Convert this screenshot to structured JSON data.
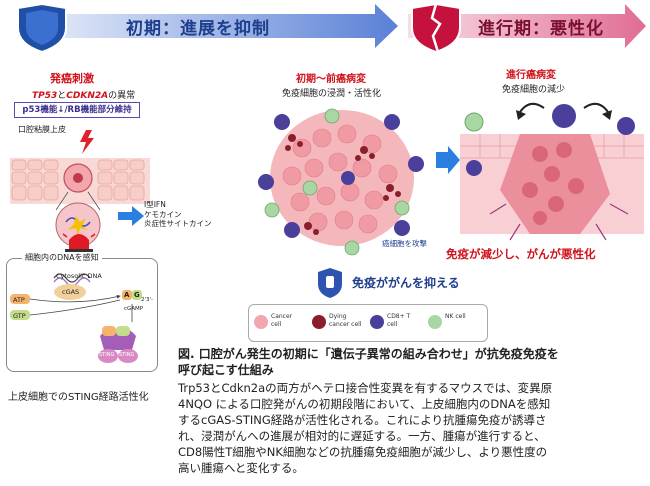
{
  "banner_left": {
    "title": "初期：進展を抑制"
  },
  "banner_right": {
    "title": "進行期：悪性化"
  },
  "left_panel": {
    "stimulus_title": "発癌刺激",
    "mutation_gene1": "TP53",
    "mutation_and": "と",
    "mutation_gene2": "CDKN2A",
    "mutation_suffix": "の異常",
    "function_box": "p53機能↓/RB機能部分維持",
    "epithelium_label": "口腔粘膜上皮",
    "dna_sensing_title": "細胞内のDNAを感知",
    "cytosolic_dna": "Cytosolic DNA",
    "cgas": "cGAS",
    "atp": "ATP",
    "gtp": "GTP",
    "cgamp_a": "A",
    "cgamp_g": "G",
    "cgamp_label1": "2'3'-",
    "cgamp_label2": "cGAMP",
    "sting1": "STING",
    "sting2": "STING",
    "pathway_caption": "上皮細胞でのSTING経路活性化"
  },
  "cytokines": {
    "line1": "I型IFN",
    "line2": "ケモカイン",
    "line3": "炎症性サイトカイン"
  },
  "middle_panel": {
    "title": "初期〜前癌病変",
    "subtitle": "免疫細胞の浸潤・活性化",
    "attack_label": "癌細胞を攻撃"
  },
  "right_panel": {
    "title": "進行癌病変",
    "subtitle": "免疫細胞の減少",
    "result": "免疫が減少し、がんが悪性化"
  },
  "immune_badge": {
    "text": "免疫ががんを抑える"
  },
  "legend": {
    "items": [
      {
        "label1": "Cancer",
        "label2": "cell",
        "color": "#f3a6ae"
      },
      {
        "label1": "Dying",
        "label2": "cancer cell",
        "color": "#8a1e2c"
      },
      {
        "label1": "CD8+ T",
        "label2": "cell",
        "color": "#4b3f9c"
      },
      {
        "label1": "NK cell",
        "label2": "",
        "color": "#a9d7a4"
      }
    ]
  },
  "caption": {
    "title_line1": "図. 口腔がん発生の初期に「遺伝子異常の組み合わせ」が抗免疫免疫を",
    "title_line2": "呼び起こす仕組み",
    "body_line1": "Trp53とCdkn2aの両方がヘテロ接合性変異を有するマウスでは、変異原",
    "body_line2": "4NQO による口腔発がんの初期段階において、上皮細胞内のDNAを感知",
    "body_line3": "するcGAS-STING経路が活性化される。これにより抗腫瘍免疫が誘導さ",
    "body_line4": "れ、浸潤がんへの進展が相対的に遅延する。一方、腫瘍が進行すると、",
    "body_line5": "CD8陽性T細胞やNK細胞などの抗腫瘍免疫細胞が減少し、より悪性度の",
    "body_line6": "高い腫瘍へと変化する。"
  },
  "colors": {
    "blue_banner": "#5a80d6",
    "pink_banner": "#e58aa5",
    "red_text": "#d0121b",
    "cancer_cell": "#f3a6ae"
  }
}
